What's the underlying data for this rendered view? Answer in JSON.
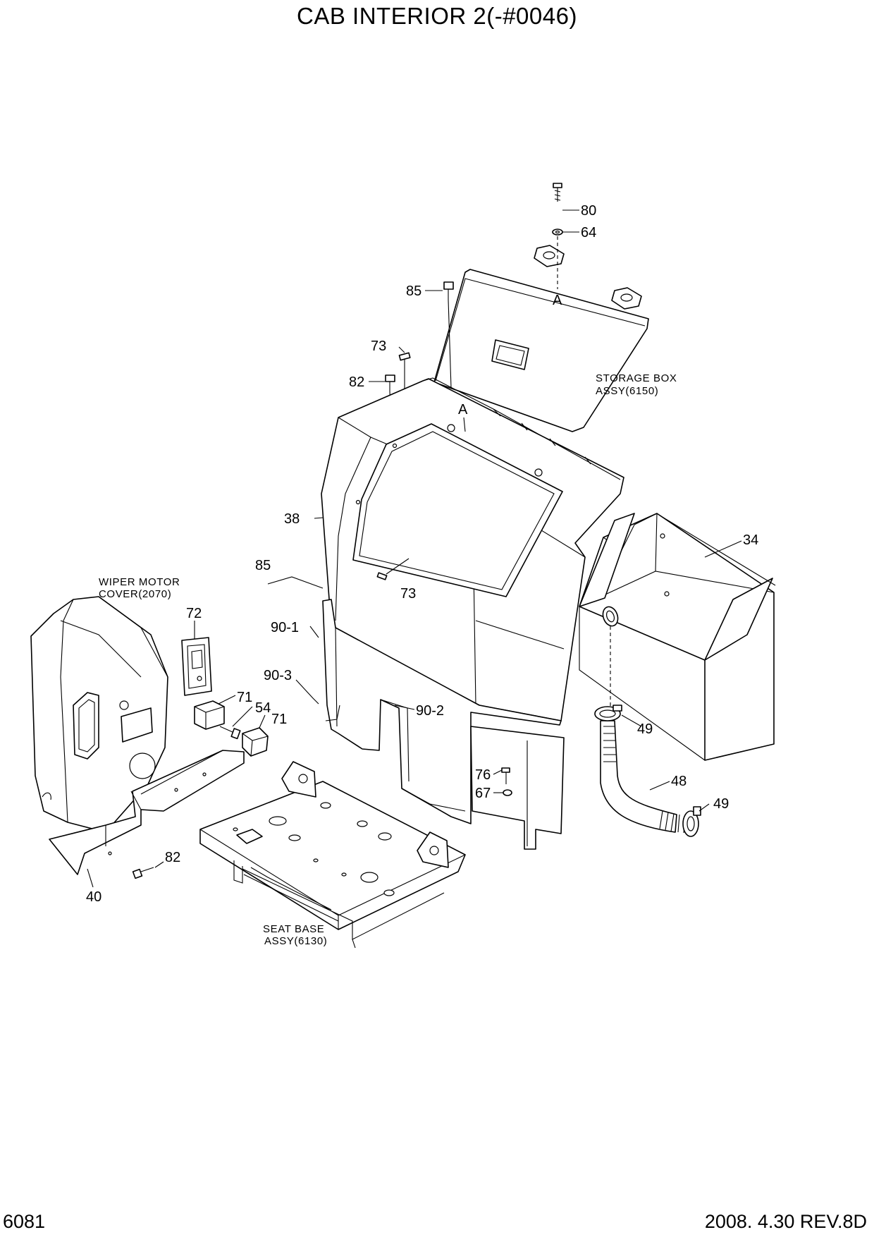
{
  "title": "CAB INTERIOR 2(-#0046)",
  "page_number": "6081",
  "revision": "2008. 4.30  REV.8D",
  "annotations": {
    "storage_box_1": "STORAGE BOX",
    "storage_box_2": "ASSY(6150)",
    "wiper_1": "WIPER MOTOR",
    "wiper_2": "COVER(2070)",
    "seat_1": "SEAT BASE",
    "seat_2": "ASSY(6130)",
    "ref_a_top": "A",
    "ref_a_bottom": "A"
  },
  "callouts": {
    "c80": "80",
    "c64": "64",
    "c85_top": "85",
    "c73_top": "73",
    "c82_top": "82",
    "c38": "38",
    "c34": "34",
    "c85_mid": "85",
    "c73_mid": "73",
    "c72": "72",
    "c90_1": "90-1",
    "c90_3": "90-3",
    "c71_a": "71",
    "c54": "54",
    "c71_b": "71",
    "c90_2": "90-2",
    "c49_a": "49",
    "c48": "48",
    "c49_b": "49",
    "c76": "76",
    "c67": "67",
    "c82_bot": "82",
    "c40": "40"
  }
}
